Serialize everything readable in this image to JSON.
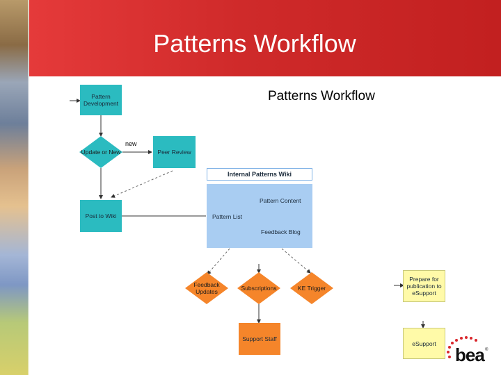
{
  "slide": {
    "title": "Patterns Workflow",
    "subtitle": "Patterns Workflow"
  },
  "diagram": {
    "pattern_development": "Pattern Development",
    "update_or_new": "Update or New",
    "new_label": "new",
    "peer_review": "Peer Review",
    "internal_wiki": "Internal Patterns Wiki",
    "pattern_content": "Pattern Content",
    "pattern_list": "Pattern List",
    "feedback_blog": "Feedback Blog",
    "post_to_wiki": "Post to Wiki",
    "feedback_updates": "Feedback Updates",
    "subscriptions": "Subscriptions",
    "ke_trigger": "KE Trigger",
    "support_staff": "Support Staff",
    "prepare_esupport": "Prepare for publication to eSupport",
    "esupport": "eSupport"
  },
  "logo": {
    "text": "bea",
    "registered": "®"
  },
  "colors": {
    "banner": "#cf2a2a",
    "teal": "#2bbbc0",
    "blue": "#a9cdf2",
    "orange": "#f5852a",
    "yellow": "#fffaa8"
  }
}
